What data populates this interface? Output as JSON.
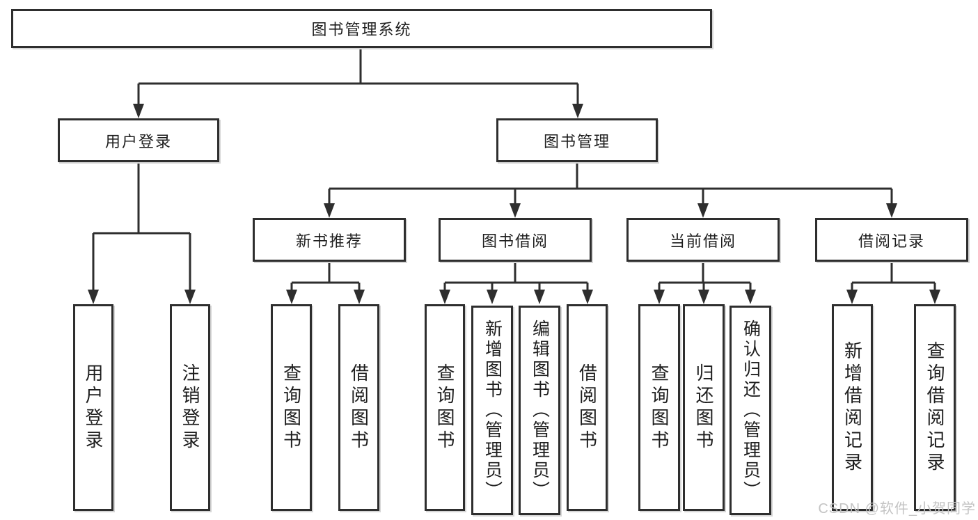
{
  "diagram": {
    "title": "图书管理系统",
    "branches": [
      {
        "label": "用户登录",
        "children": [
          "用户登录",
          "注销登录"
        ]
      },
      {
        "label": "图书管理",
        "sections": [
          {
            "label": "新书推荐",
            "children": [
              "查询图书",
              "借阅图书"
            ]
          },
          {
            "label": "图书借阅",
            "children": [
              "查询图书",
              "新增图书（管理员）",
              "编辑图书（管理员）",
              "借阅图书"
            ]
          },
          {
            "label": "当前借阅",
            "children": [
              "查询图书",
              "归还图书",
              "确认归还（管理员）"
            ]
          },
          {
            "label": "借阅记录",
            "children": [
              "新增借阅记录",
              "查询借阅记录"
            ]
          }
        ]
      }
    ]
  },
  "watermark": {
    "text": "CSDN @软件_小贺同学"
  },
  "colors": {
    "line": "#2e2e2e",
    "box_border": "#2e2e2e",
    "text": "#1e1e1e",
    "watermark": "#c4c4c4",
    "background": "#ffffff"
  }
}
